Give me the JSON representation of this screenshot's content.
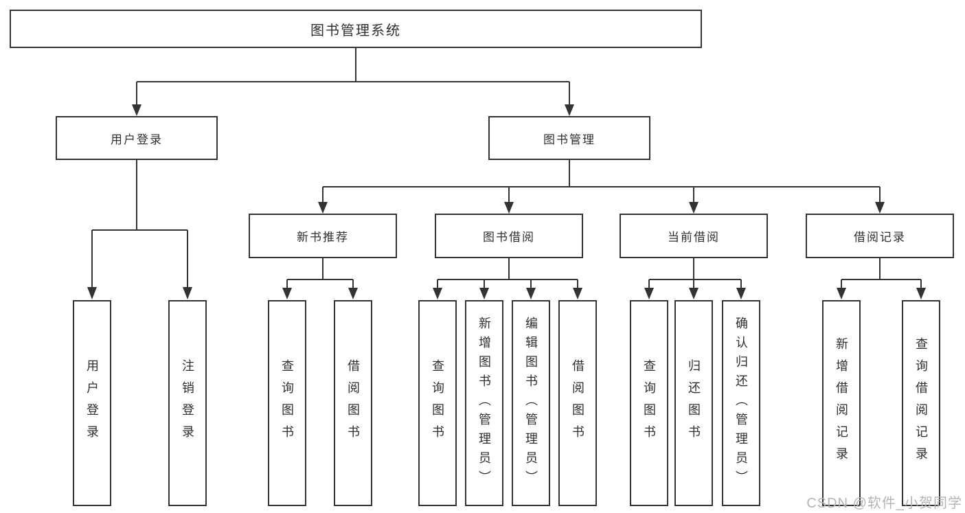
{
  "diagram": {
    "title": "图书管理系统",
    "branches": [
      {
        "label": "用户登录",
        "children": [
          {
            "label": "用户登录"
          },
          {
            "label": "注销登录"
          }
        ]
      },
      {
        "label": "图书管理",
        "children": [
          {
            "label": "新书推荐",
            "children": [
              {
                "label": "查询图书"
              },
              {
                "label": "借阅图书"
              }
            ]
          },
          {
            "label": "图书借阅",
            "children": [
              {
                "label": "查询图书"
              },
              {
                "label": "新增图书（管理员）"
              },
              {
                "label": "编辑图书（管理员）"
              },
              {
                "label": "借阅图书"
              }
            ]
          },
          {
            "label": "当前借阅",
            "children": [
              {
                "label": "查询图书"
              },
              {
                "label": "归还图书"
              },
              {
                "label": "确认归还（管理员）"
              }
            ]
          },
          {
            "label": "借阅记录",
            "children": [
              {
                "label": "新增借阅记录"
              },
              {
                "label": "查询借阅记录"
              }
            ]
          }
        ]
      }
    ]
  },
  "watermark": "CSDN @软件_小贺同学",
  "colors": {
    "line": "#333333",
    "text": "#2f2f2f",
    "watermark": "#b4b4b4",
    "background": "#ffffff"
  }
}
